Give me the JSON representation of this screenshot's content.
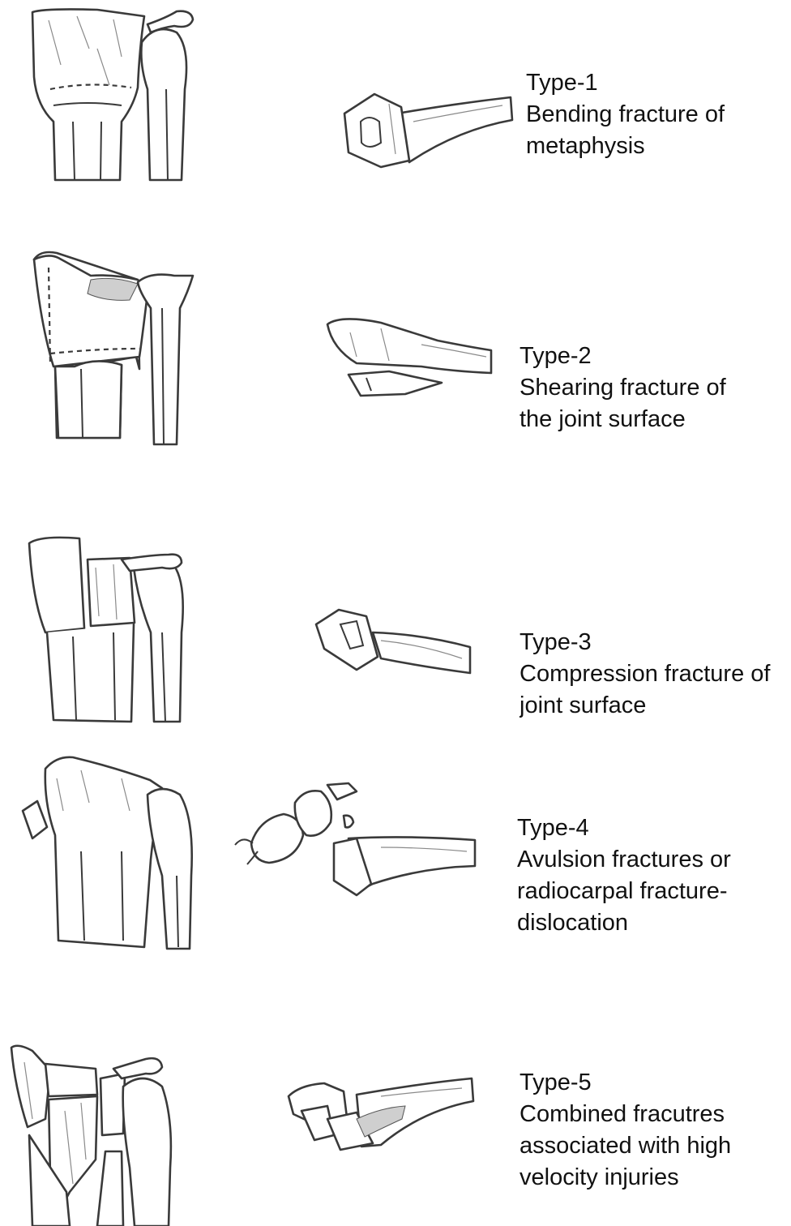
{
  "fracture_types": [
    {
      "type": "Type-1",
      "description_lines": [
        "Bending fracture of",
        "metaphysis"
      ]
    },
    {
      "type": "Type-2",
      "description_lines": [
        "Shearing fracture of",
        "the joint surface"
      ]
    },
    {
      "type": "Type-3",
      "description_lines": [
        "Compression fracture of",
        "joint surface"
      ]
    },
    {
      "type": "Type-4",
      "description_lines": [
        "Avulsion fractures or",
        "radiocarpal fracture-",
        "dislocation"
      ]
    },
    {
      "type": "Type-5",
      "description_lines": [
        "Combined fracutres",
        "associated with high",
        "velocity injuries"
      ]
    }
  ]
}
